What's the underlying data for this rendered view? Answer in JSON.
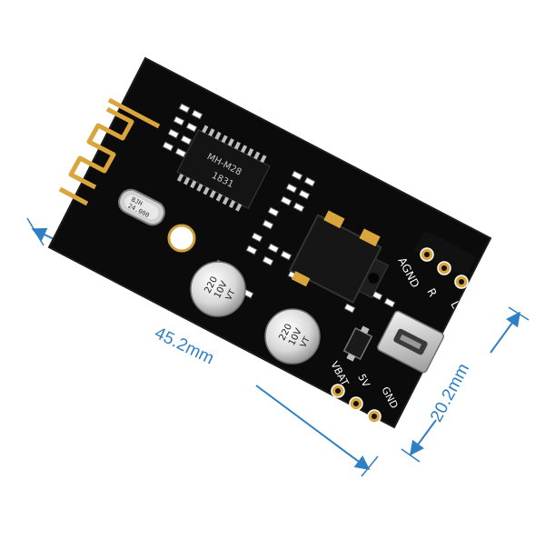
{
  "dimensions": {
    "length_label": "45.2mm",
    "width_label": "20.2mm",
    "line_color": "#2f7fc4"
  },
  "board": {
    "pcb_color": "#0b0b0b",
    "antenna_color": "#d9a53c",
    "chip_label_1": "MH-M28",
    "chip_label_2": "1831",
    "crystal_label_1": "BJH",
    "crystal_label_2": "24.000",
    "capacitor_1": {
      "value": "220",
      "voltage": "10V",
      "series": "VT"
    },
    "capacitor_2": {
      "value": "220",
      "voltage": "10V",
      "series": "VT"
    },
    "audio_pins": [
      "R",
      "L"
    ],
    "audio_gnd_label": "AGND",
    "power_pins": [
      "VBAT",
      "5V",
      "GND"
    ]
  }
}
